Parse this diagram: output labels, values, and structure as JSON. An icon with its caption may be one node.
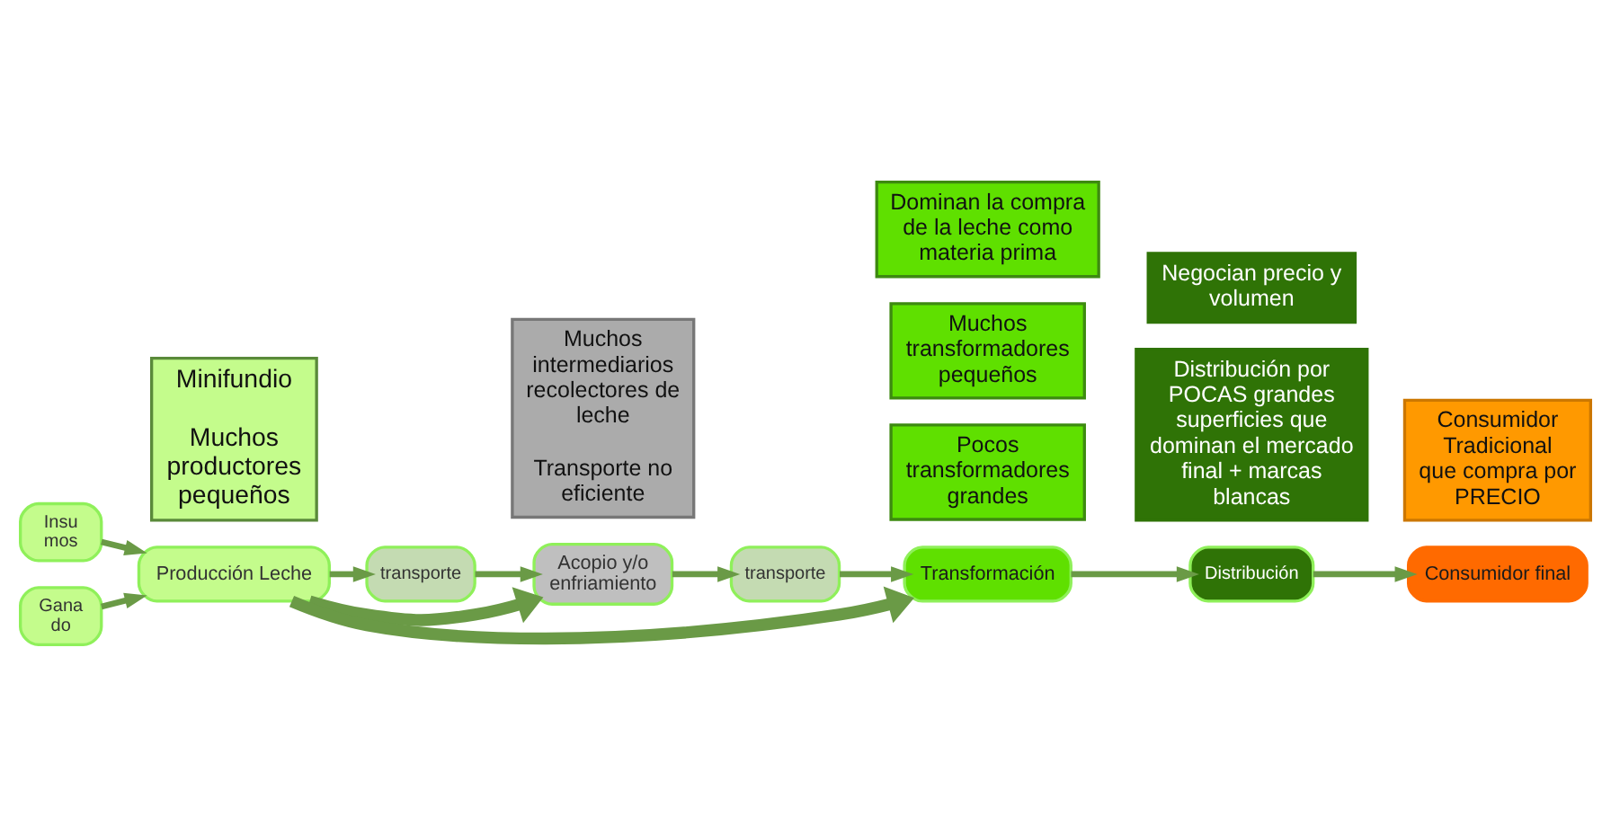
{
  "diagram": {
    "nodes": [
      {
        "text": [
          "Insu mos"
        ]
      },
      {
        "text": [
          "Gana do"
        ]
      },
      {
        "text": [
          "Producción Leche"
        ]
      },
      {
        "text": [
          "transporte"
        ]
      },
      {
        "text": [
          "Acopio y/o enfriamiento"
        ]
      },
      {
        "text": [
          "transporte"
        ]
      },
      {
        "text": [
          "Transformación"
        ]
      },
      {
        "text": [
          "Distribución"
        ]
      },
      {
        "text": [
          "Consumidor final"
        ]
      },
      {
        "text": [
          "Minifundio",
          "Muchos productores pequeños"
        ]
      },
      {
        "text": [
          "Muchos intermediarios recolectores de leche",
          "Transporte no eficiente"
        ]
      },
      {
        "text": [
          "Pocos transformadores grandes"
        ]
      },
      {
        "text": [
          "Muchos transformadores pequeños"
        ]
      },
      {
        "text": [
          "Dominan la compra de la leche como materia prima"
        ]
      },
      {
        "text": [
          "Distribución por POCAS grandes superficies que dominan el mercado final + marcas blancas"
        ]
      },
      {
        "text": [
          "Negocian precio y volumen"
        ]
      },
      {
        "text": [
          "Consumidor Tradicional que compra por PRECIO"
        ]
      }
    ],
    "edges": [
      {
        "from": 0,
        "to": 2,
        "arrow": "to"
      },
      {
        "from": 1,
        "to": 2,
        "arrow": "to"
      },
      {
        "from": 2,
        "to": 3,
        "arrow": "to"
      },
      {
        "from": 3,
        "to": 4,
        "arrow": "to"
      },
      {
        "from": 4,
        "to": 5,
        "arrow": "to"
      },
      {
        "from": 5,
        "to": 6,
        "arrow": "to"
      },
      {
        "from": 6,
        "to": 7,
        "arrow": "to"
      },
      {
        "from": 7,
        "to": 8,
        "arrow": "to"
      },
      {
        "from": 2,
        "to": 4,
        "arrow": "to",
        "style": "thick"
      },
      {
        "from": 2,
        "to": 6,
        "arrow": "to",
        "style": "thick"
      }
    ]
  }
}
